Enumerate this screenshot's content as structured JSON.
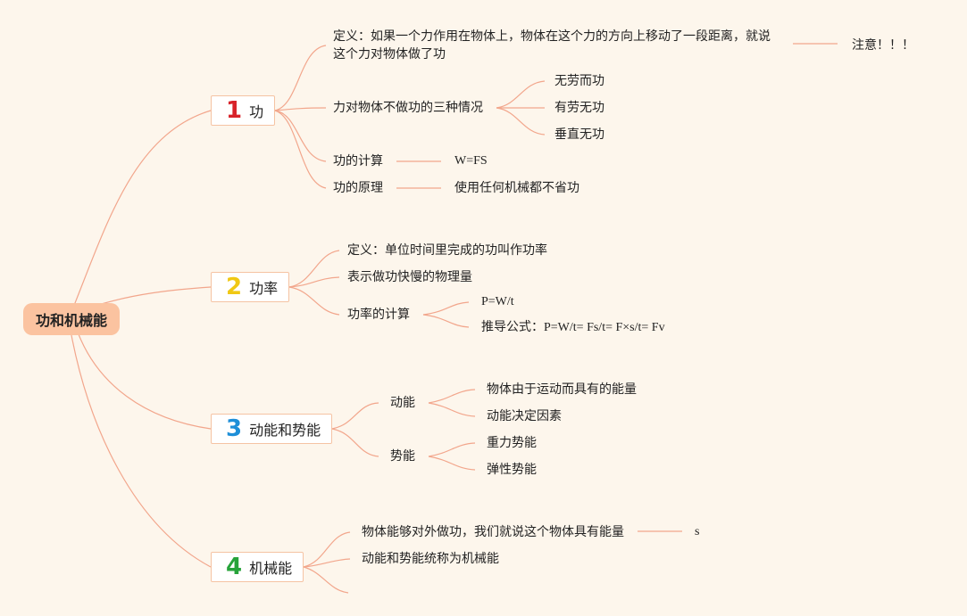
{
  "root": "功和机械能",
  "branches": {
    "work": {
      "number": "1",
      "label": "功",
      "definition": "定义：如果一个力作用在物体上，物体在这个力的方向上移动了一段距离，就说这个力对物体做了功",
      "note": "注意！！！",
      "no_work": {
        "label": "力对物体不做功的三种情况",
        "cases": [
          "无劳而功",
          "有劳无功",
          "垂直无功"
        ]
      },
      "calc": {
        "label": "功的计算",
        "value": "W=FS"
      },
      "principle": {
        "label": "功的原理",
        "value": "使用任何机械都不省功"
      }
    },
    "power": {
      "number": "2",
      "label": "功率",
      "definition": "定义：单位时间里完成的功叫作功率",
      "meaning": "表示做功快慢的物理量",
      "calc": {
        "label": "功率的计算",
        "formula": "P=W/t",
        "derived_label": "推导公式：",
        "derived": "P=W/t= Fs/t= F×s/t= Fv"
      }
    },
    "energy": {
      "number": "3",
      "label": "动能和势能",
      "kinetic": {
        "label": "动能",
        "items": [
          "物体由于运动而具有的能量",
          "动能决定因素"
        ]
      },
      "potential": {
        "label": "势能",
        "items": [
          "重力势能",
          "弹性势能"
        ]
      }
    },
    "mechanical": {
      "number": "4",
      "label": "机械能",
      "items": [
        "物体能够对外做功，我们就说这个物体具有能量",
        "动能和势能统称为机械能"
      ],
      "tail": "s"
    }
  },
  "colors": {
    "background": "#fdf6ec",
    "root_fill": "#fbc3a0",
    "line": "#f2a68c",
    "topic_border": "#f5c3a3",
    "n1": "#d8232a",
    "n2": "#f0c814",
    "n3": "#1e8fd8",
    "n4": "#27a33a"
  }
}
